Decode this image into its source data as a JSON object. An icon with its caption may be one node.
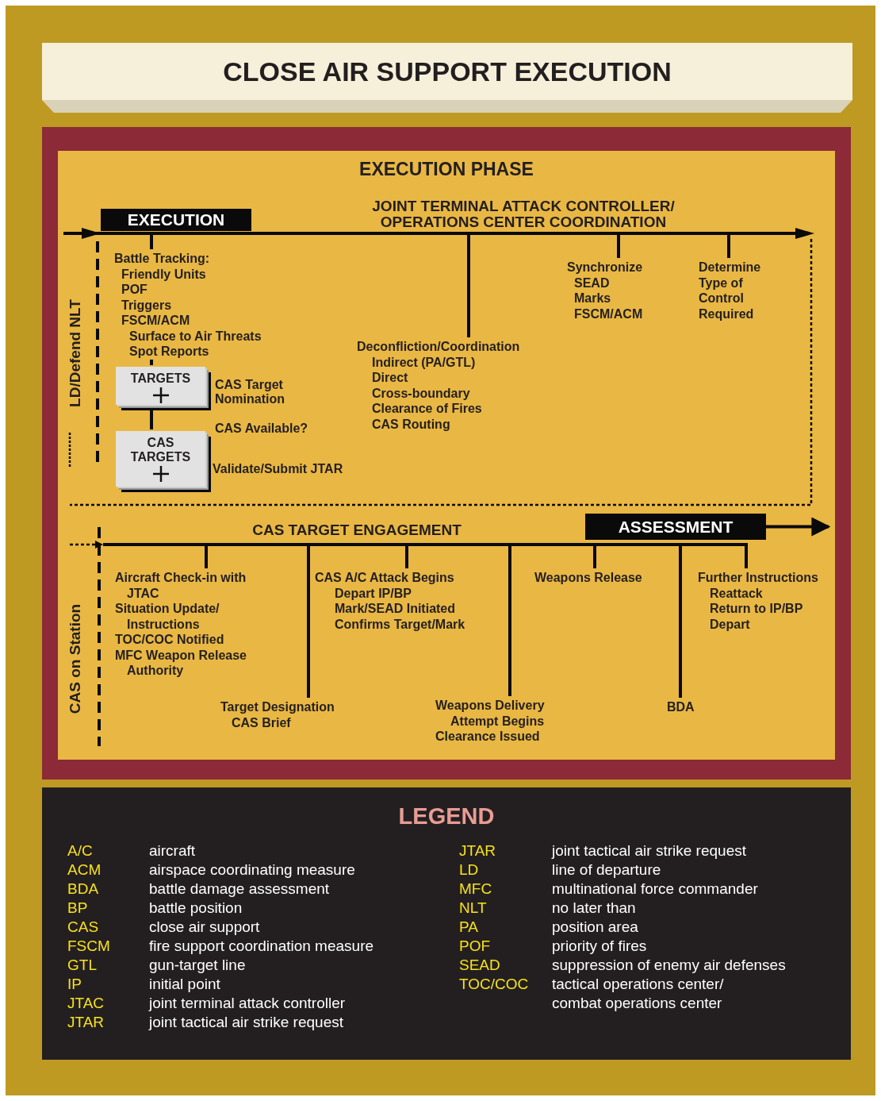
{
  "diagram": {
    "title": "CLOSE AIR SUPPORT EXECUTION",
    "nodes": [
      {
        "text": [
          "EXECUTION PHASE"
        ]
      },
      {
        "text": [
          "EXECUTION"
        ],
        "in": 0
      },
      {
        "text": [
          "Battle Tracking:",
          "Friendly Units",
          "POF",
          "Triggers",
          "FSCM/ACM",
          "Surface to Air Threats",
          "Spot Reports"
        ],
        "in": 0
      },
      {
        "text": [
          "TARGETS"
        ],
        "in": 0,
        "beside": [
          "CAS Target Nomination"
        ]
      },
      {
        "text": [
          "CAS TARGETS"
        ],
        "in": 0,
        "beside": [
          "Validate/Submit JTAR"
        ]
      },
      {
        "text": [
          "Deconfliction/Coordination",
          "Indirect (PA/GTL)",
          "Direct",
          "Cross-boundary",
          "Clearance of Fires",
          "CAS Routing"
        ],
        "in": 0
      },
      {
        "text": [
          "Synchronize",
          "SEAD",
          "Marks",
          "FSCM/ACM"
        ],
        "in": 0
      },
      {
        "text": [
          "Determine Type of Control Required"
        ],
        "in": 0
      },
      {
        "text": [
          "ASSESSMENT"
        ],
        "in": 0
      },
      {
        "text": [
          "Aircraft Check-in with JTAC",
          "Situation Update/ Instructions",
          "TOC/COC Notified",
          "MFC Weapon Release Authority"
        ],
        "in": 0
      },
      {
        "text": [
          "Target Designation",
          "CAS Brief"
        ],
        "in": 0
      },
      {
        "text": [
          "CAS A/C Attack Begins",
          "Depart IP/BP",
          "Mark/SEAD Initiated",
          "Confirms Target/Mark"
        ],
        "in": 0
      },
      {
        "text": [
          "Weapons Delivery Attempt Begins",
          "Clearance Issued"
        ],
        "in": 0
      },
      {
        "text": [
          "Weapons Release"
        ],
        "in": 0
      },
      {
        "text": [
          "BDA"
        ],
        "in": 0
      },
      {
        "text": [
          "Further Instructions",
          "Reattack",
          "Return to IP/BP",
          "Depart"
        ],
        "in": 0
      },
      {
        "text": [],
        "shape": "arrow",
        "in": 0
      },
      {
        "text": [],
        "shape": "line",
        "in": 0
      }
    ],
    "edges": [
      {
        "from": 16,
        "to": 2,
        "arrow": "none"
      },
      {
        "from": 2,
        "to": 3,
        "arrow": "none"
      },
      {
        "from": 3,
        "to": 4,
        "arrow": "none",
        "label": "CAS Available?"
      },
      {
        "from": 16,
        "to": 5,
        "arrow": "none"
      },
      {
        "from": 16,
        "to": 6,
        "arrow": "none"
      },
      {
        "from": 16,
        "to": 7,
        "arrow": "none"
      },
      {
        "from": 17,
        "to": 9,
        "arrow": "none"
      },
      {
        "from": 17,
        "to": 10,
        "arrow": "none"
      },
      {
        "from": 17,
        "to": 11,
        "arrow": "none"
      },
      {
        "from": 17,
        "to": 12,
        "arrow": "none"
      },
      {
        "from": 17,
        "to": 13,
        "arrow": "none"
      },
      {
        "from": 17,
        "to": 14,
        "arrow": "none"
      },
      {
        "from": 17,
        "to": 15,
        "arrow": "none"
      },
      {
        "from": 8,
        "to": null,
        "arrow": "to"
      },
      {
        "from": 16,
        "to": null,
        "arrow": "none",
        "style": "dashed"
      },
      {
        "from": null,
        "to": 17,
        "arrow": "to",
        "style": "dashed"
      }
    ],
    "labels": [
      "JOINT TERMINAL ATTACK CONTROLLER/ OPERATIONS CENTER COORDINATION",
      "LD/Defend NLT",
      "CAS TARGET ENGAGEMENT",
      "CAS on Station",
      "LEGEND",
      "A/C",
      "aircraft",
      "ACM",
      "airspace coordinating measure",
      "BDA",
      "battle damage assessment",
      "BP",
      "battle position",
      "CAS",
      "close air support",
      "FSCM",
      "fire support coordination measure",
      "GTL",
      "gun-target line",
      "IP",
      "initial point",
      "JTAC",
      "joint terminal attack controller",
      "JTAR",
      "joint tactical air strike request",
      "JTAR",
      "joint tactical air strike request",
      "LD",
      "line of departure",
      "MFC",
      "multinational force commander",
      "NLT",
      "no later than",
      "PA",
      "position area",
      "POF",
      "priority of fires",
      "SEAD",
      "suppression of enemy air defenses",
      "TOC/COC",
      "tactical operations center/ combat operations center"
    ]
  }
}
